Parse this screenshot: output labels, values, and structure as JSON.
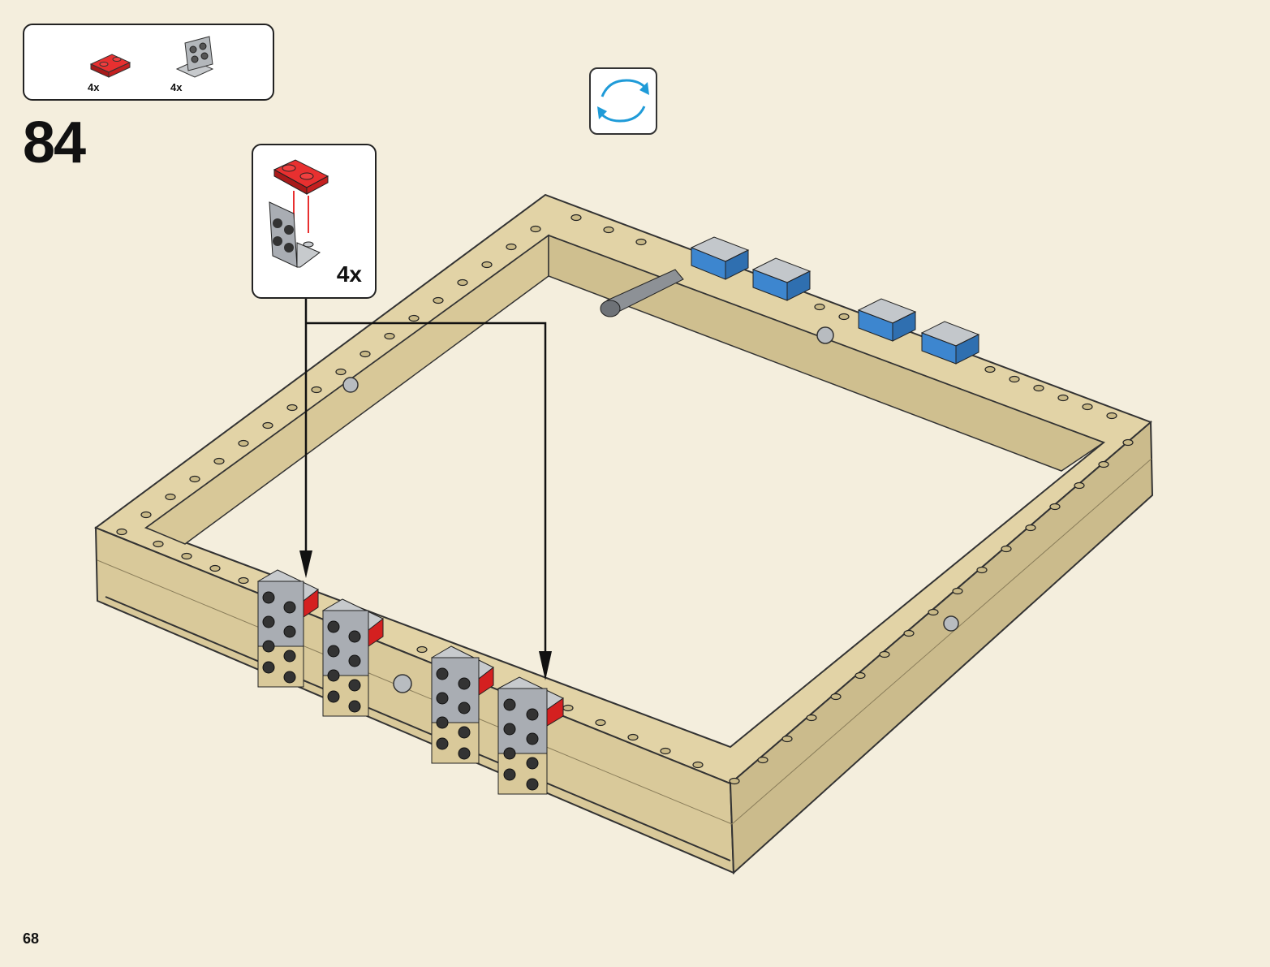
{
  "parts_list": {
    "items": [
      {
        "name": "red-plate-1x2",
        "qty": "4x",
        "color": "#d42020"
      },
      {
        "name": "gray-bracket-1x2-2x2",
        "qty": "4x",
        "color": "#a9adb3"
      }
    ]
  },
  "step": {
    "number": "84"
  },
  "rotate": {
    "icon": "rotate-model-icon",
    "color": "#1f9bd8"
  },
  "callout": {
    "qty": "4x"
  },
  "model": {
    "base_color": "#d9c99a",
    "accent_gray": "#a9adb3",
    "accent_blue": "#3d86cf",
    "accent_red": "#d42020"
  },
  "page": {
    "number": "68"
  }
}
